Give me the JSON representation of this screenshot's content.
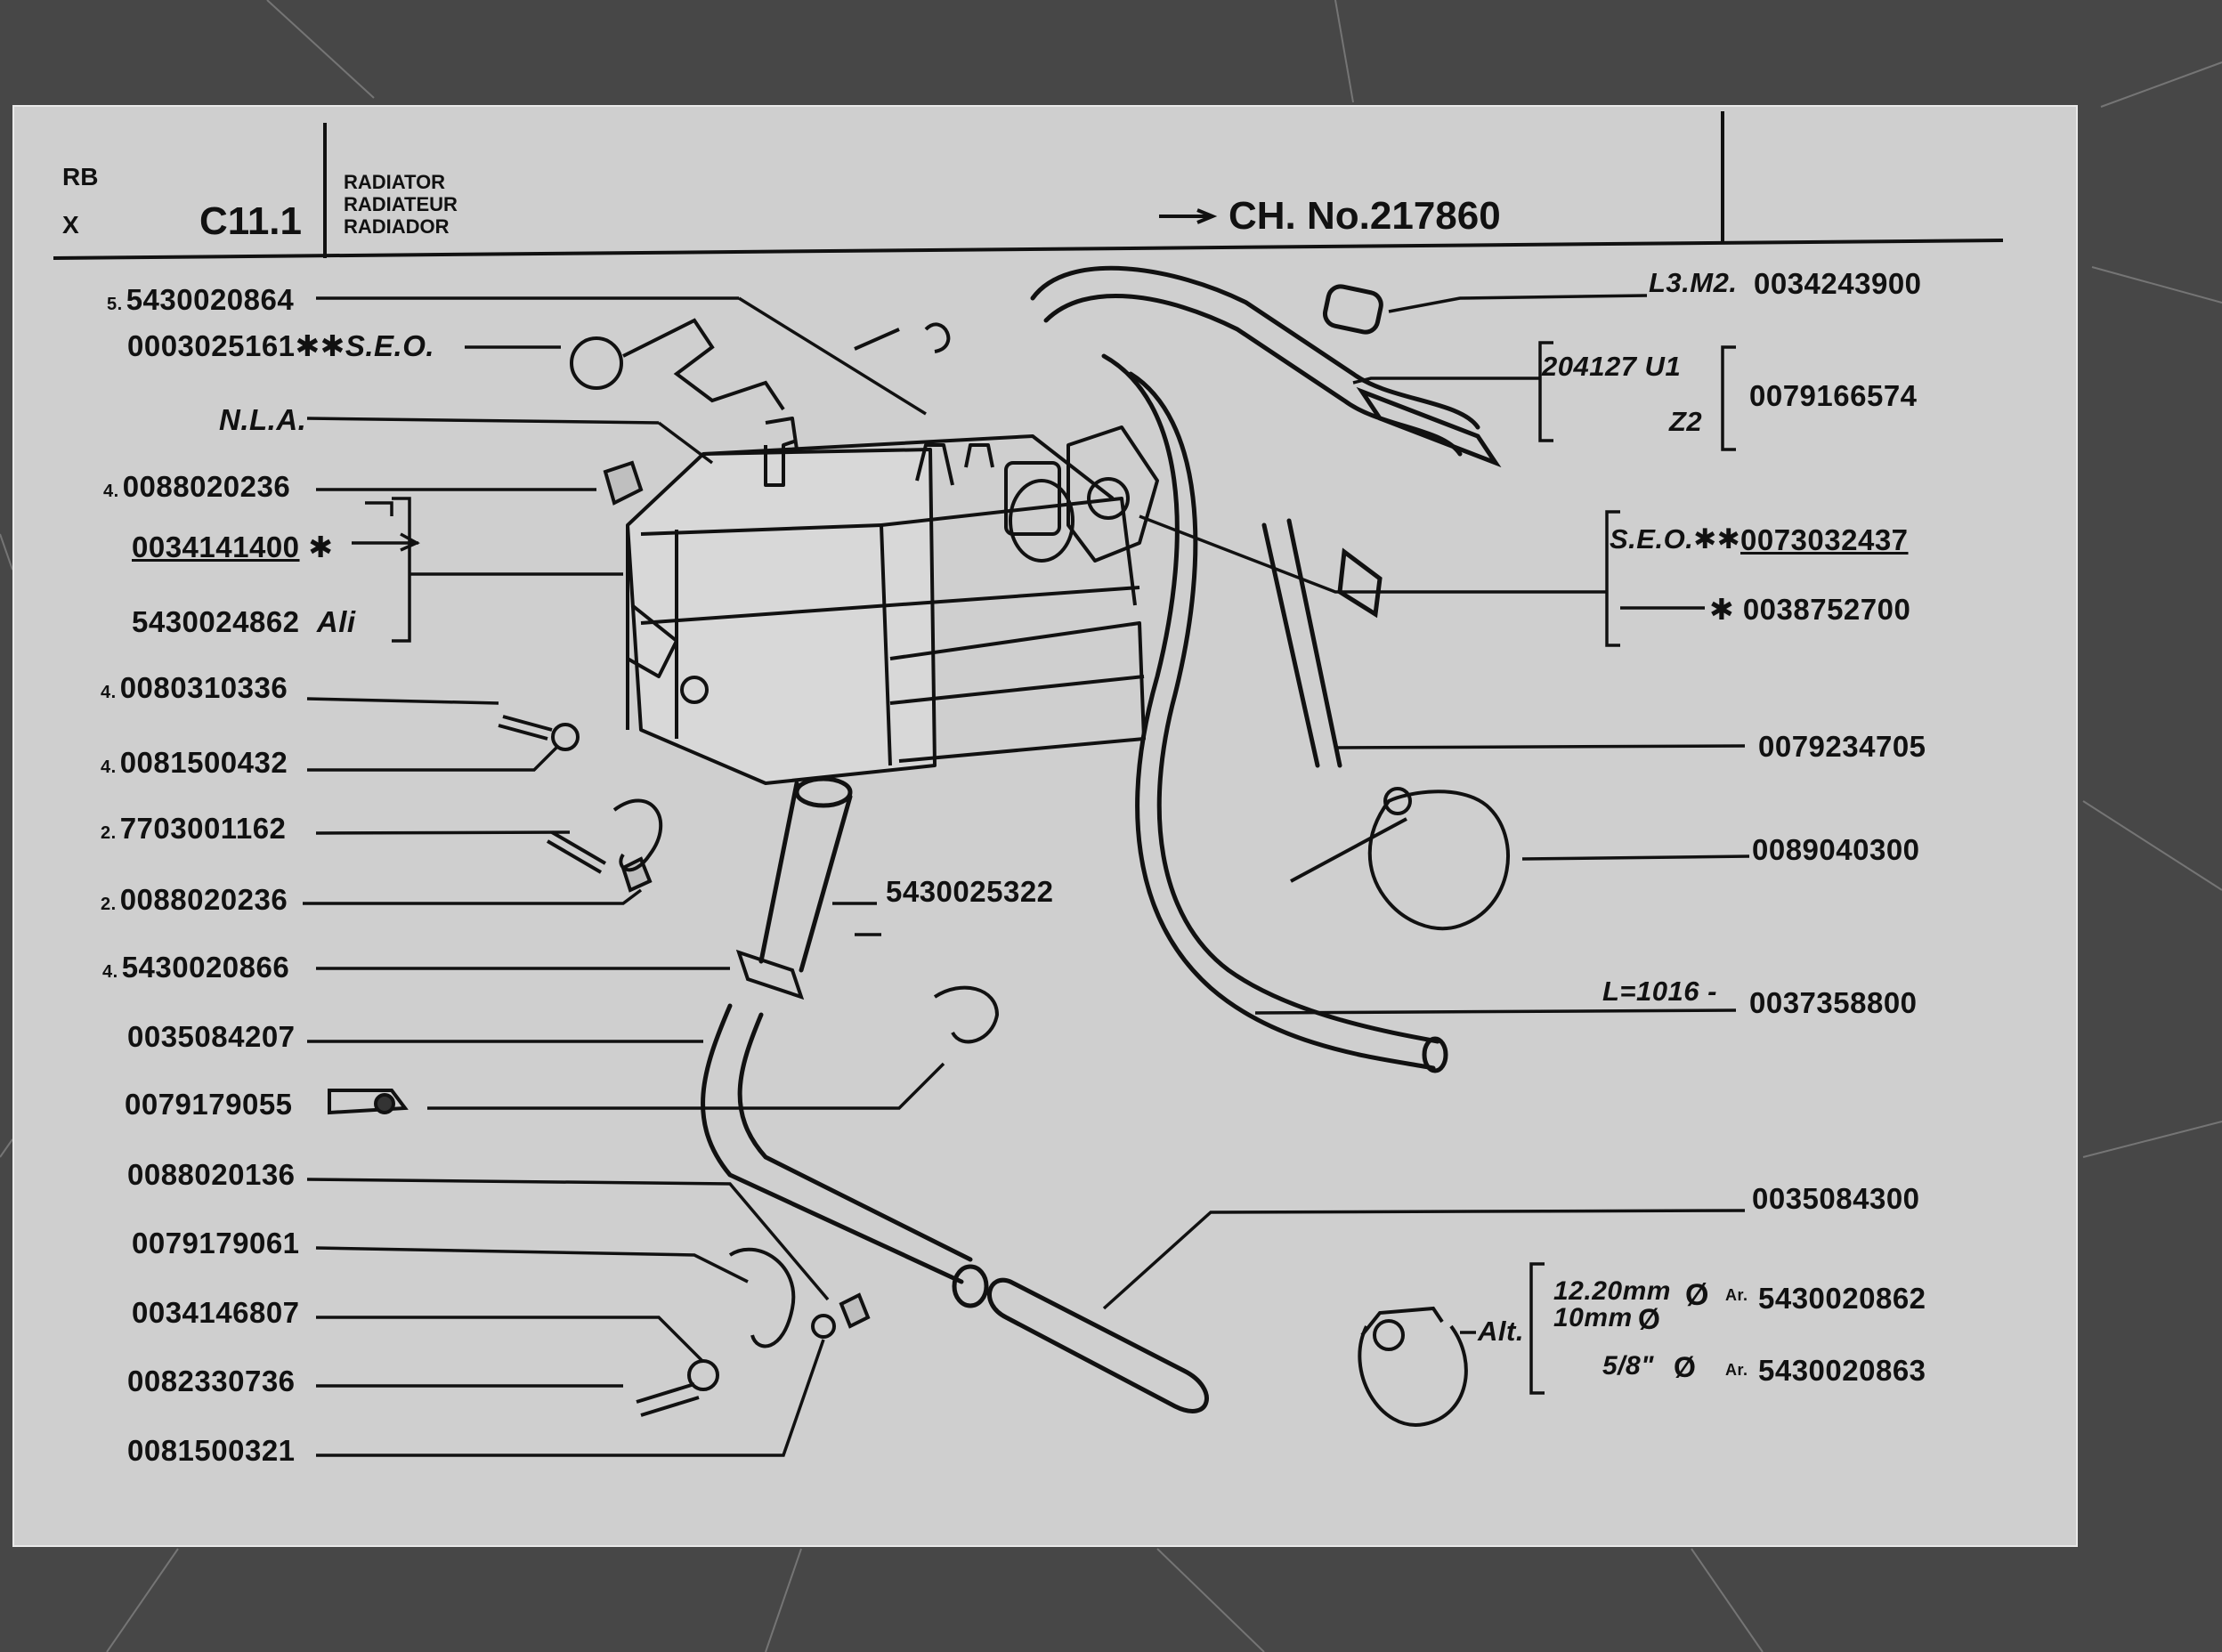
{
  "header": {
    "rb": "RB",
    "x": "X",
    "section": "C11.1",
    "title_lines": [
      "RADIATOR",
      "RADIATEUR",
      "RADIADOR"
    ],
    "chassis": "CH. No.217860"
  },
  "left_labels": [
    {
      "qty": "5.",
      "code": "5430020864",
      "note": ""
    },
    {
      "qty": "",
      "code": "0003025161",
      "note": "✱✱S.E.O."
    },
    {
      "qty": "",
      "code": "",
      "note": "N.L.A."
    },
    {
      "qty": "4.",
      "code": "0088020236",
      "note": ""
    },
    {
      "qty": "",
      "code": "0034141400",
      "note": "✱"
    },
    {
      "qty": "",
      "code": "5430024862",
      "note": "Ali"
    },
    {
      "qty": "4.",
      "code": "0080310336",
      "note": ""
    },
    {
      "qty": "4.",
      "code": "0081500432",
      "note": ""
    },
    {
      "qty": "2.",
      "code": "7703001162",
      "note": ""
    },
    {
      "qty": "2.",
      "code": "0088020236",
      "note": ""
    },
    {
      "qty": "4.",
      "code": "5430020866",
      "note": ""
    },
    {
      "qty": "",
      "code": "0035084207",
      "note": ""
    },
    {
      "qty": "",
      "code": "0079179055",
      "note": ""
    },
    {
      "qty": "",
      "code": "0088020136",
      "note": ""
    },
    {
      "qty": "",
      "code": "0079179061",
      "note": ""
    },
    {
      "qty": "",
      "code": "0034146807",
      "note": ""
    },
    {
      "qty": "",
      "code": "0082330736",
      "note": ""
    },
    {
      "qty": "",
      "code": "0081500321",
      "note": ""
    }
  ],
  "center_labels": {
    "hose_lower": "5430025322"
  },
  "right_labels": {
    "l3m2_note": "L3.M2.",
    "l3m2_code": "0034243900",
    "u1": "204127 U1",
    "z2": "Z2",
    "hose_code": "0079166574",
    "seo_note": "S.E.O.✱✱",
    "seo_code": "0073032437",
    "star_code": "✱ 0038752700",
    "c0079234705": "0079234705",
    "c0089040300": "0089040300",
    "l1016_note": "L=1016 -",
    "c0037358800": "0037358800",
    "c0035084300": "0035084300",
    "alt": "Alt.",
    "alt_row1_size": "12.20mm",
    "alt_row1_sym": "Ø",
    "alt_row1_prefix": "Ar.",
    "alt_row1_code": "5430020862",
    "alt_row2_size": "10mm",
    "alt_row2_sym": "Ø",
    "alt_row3_size": "5/8\"",
    "alt_row3_sym": "Ø",
    "alt_row3_prefix": "Ar.",
    "alt_row3_code": "5430020863"
  }
}
